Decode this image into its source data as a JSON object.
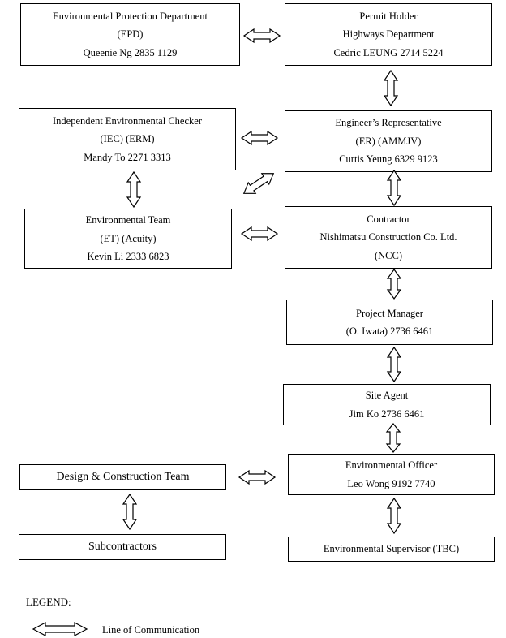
{
  "boxes": {
    "epd": {
      "lines": [
        "Environmental Protection Department",
        "(EPD)",
        "Queenie Ng 2835 1129"
      ]
    },
    "permit_holder": {
      "lines": [
        "Permit Holder",
        "Highways Department",
        "Cedric LEUNG 2714 5224"
      ]
    },
    "iec": {
      "lines": [
        "Independent Environmental Checker",
        "(IEC) (ERM)",
        "Mandy To 2271 3313"
      ]
    },
    "er": {
      "lines": [
        "Engineer’s Representative",
        "(ER) (AMMJV)",
        "Curtis Yeung 6329 9123"
      ]
    },
    "et": {
      "lines": [
        "Environmental Team",
        "(ET) (Acuity)",
        "Kevin Li 2333 6823"
      ]
    },
    "contractor": {
      "lines": [
        "Contractor",
        "Nishimatsu Construction Co. Ltd.",
        "(NCC)"
      ]
    },
    "project_manager": {
      "lines": [
        "Project Manager",
        "(O. Iwata) 2736 6461"
      ]
    },
    "site_agent": {
      "lines": [
        "Site Agent",
        "Jim Ko 2736 6461"
      ]
    },
    "design_team": {
      "lines": [
        "Design & Construction Team"
      ]
    },
    "env_officer": {
      "lines": [
        "Environmental Officer",
        "Leo Wong 9192 7740"
      ]
    },
    "subcontractors": {
      "lines": [
        "Subcontractors"
      ]
    },
    "env_supervisor": {
      "lines": [
        "Environmental Supervisor (TBC)"
      ]
    }
  },
  "legend": {
    "title": "LEGEND:",
    "line_of_communication": "Line of Communication"
  }
}
